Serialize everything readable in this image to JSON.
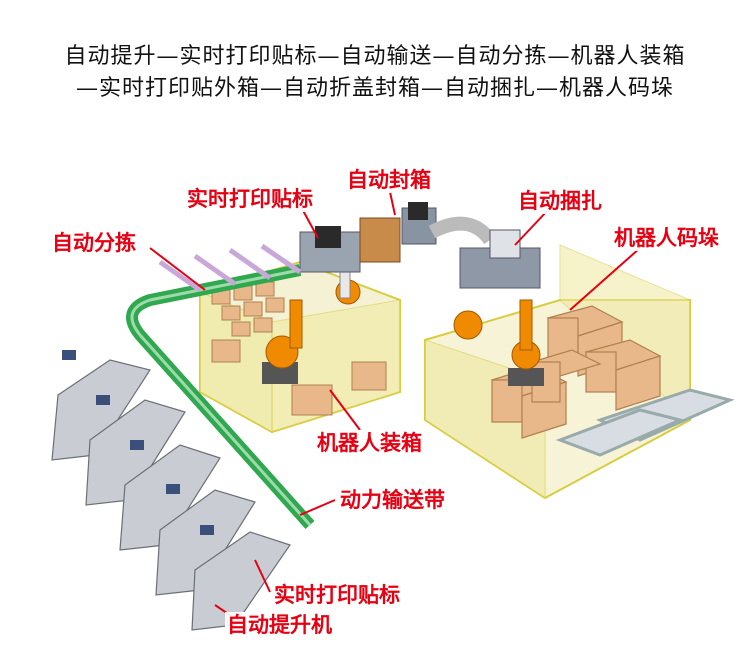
{
  "title": {
    "line1": "自动提升—实时打印贴标—自动输送—自动分拣—机器人装箱",
    "line2": "—实时打印贴外箱—自动折盖封箱—自动捆扎—机器人码垛"
  },
  "labels": {
    "print_label_top": "实时打印贴标",
    "auto_seal": "自动封箱",
    "auto_strap": "自动捆扎",
    "robot_palletize": "机器人码垛",
    "auto_sort": "自动分拣",
    "robot_pack": "机器人装箱",
    "power_conveyor": "动力输送带",
    "print_label_bottom": "实时打印贴标",
    "auto_lift": "自动提升机"
  },
  "colors": {
    "accent": "#e60012",
    "fence": "#e8e040",
    "conveyor": "#2fa84f",
    "robot": "#f08a00",
    "box": "#e8b88a"
  }
}
